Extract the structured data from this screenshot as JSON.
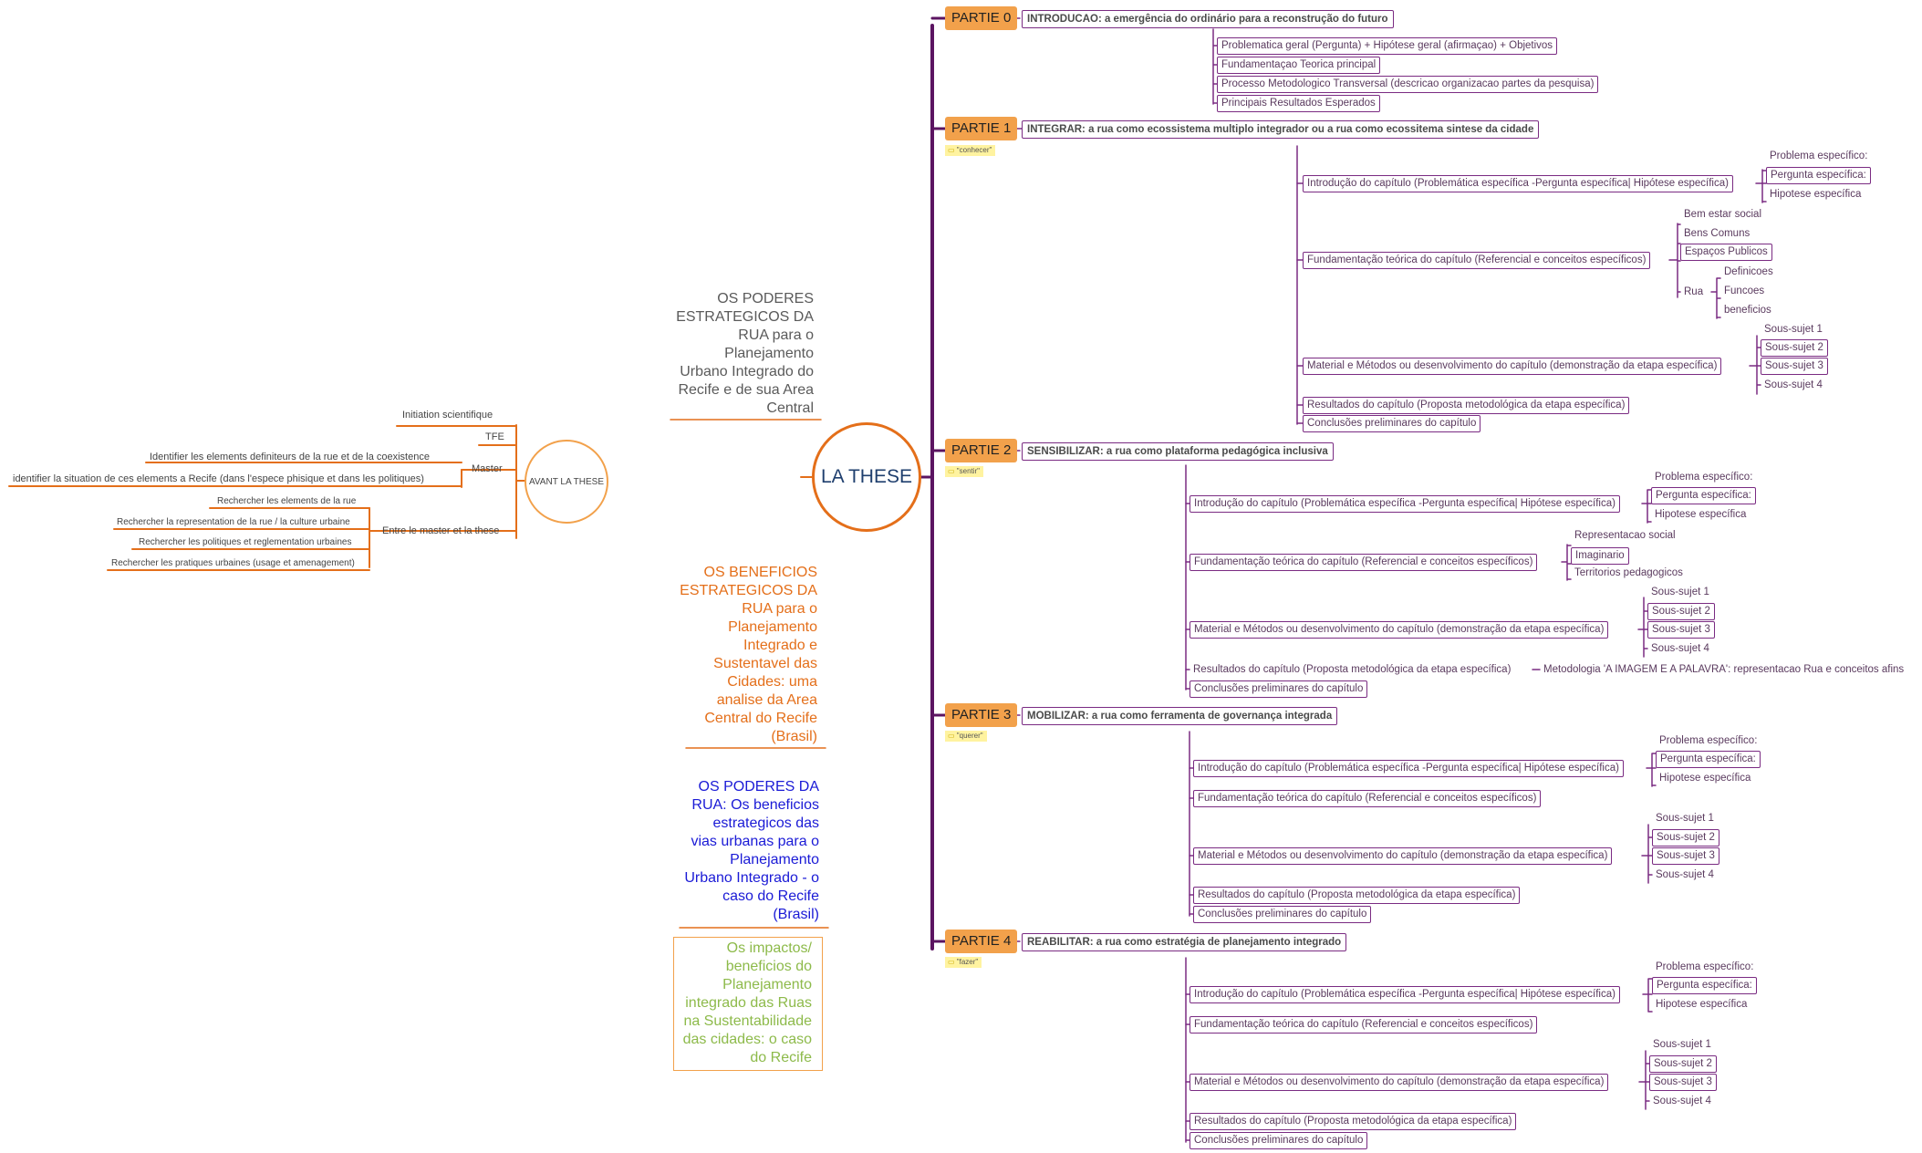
{
  "root": "LA THESE",
  "avant": {
    "title": "AVANT LA THESE",
    "items": [
      "Initiation scientifique",
      "TFE",
      "Master",
      "Identifier les elements definiteurs de la rue et de la coexistence",
      "identifier la situation de ces elements a Recife (dans l'espece phisique et dans les politiques)",
      "Entre le master et la these",
      "Rechercher les elements de la rue",
      "Rechercher la representation de la rue / la culture urbaine",
      "Rechercher les politiques et reglementation urbaines",
      "Rechercher les pratiques urbaines (usage et amenagement)"
    ]
  },
  "titles": [
    "OS PODERES ESTRATEGICOS DA RUA para o Planejamento Urbano Integrado do Recife e de sua Area Central",
    "OS BENEFICIOS ESTRATEGICOS DA RUA para o Planejamento Integrado e Sustentavel das Cidades: uma analise da Area Central do Recife (Brasil)",
    "OS PODERES DA RUA: Os beneficios estrategicos das vias urbanas para o Planejamento Urbano Integrado - o caso do Recife (Brasil)",
    "Os impactos/ beneficios  do Planejamento integrado das Ruas na Sustentabilidade das cidades: o caso do Recife"
  ],
  "title_lines": [
    [
      "OS PODERES",
      "ESTRATEGICOS DA",
      "RUA para o",
      "Planejamento",
      "Urbano Integrado do",
      "Recife e de sua Area",
      "Central"
    ],
    [
      "OS BENEFICIOS",
      "ESTRATEGICOS DA",
      "RUA para o",
      "Planejamento",
      "Integrado e",
      "Sustentavel das",
      "Cidades: uma",
      "analise da Area",
      "Central do Recife",
      "(Brasil)"
    ],
    [
      "OS PODERES DA",
      "RUA: Os beneficios",
      "estrategicos das",
      "vias urbanas para o",
      "Planejamento",
      "Urbano Integrado - o",
      "caso do Recife",
      "(Brasil)"
    ],
    [
      "Os impactos/",
      "beneficios  do",
      "Planejamento",
      "integrado das Ruas",
      "na Sustentabilidade",
      "das cidades: o caso",
      "do Recife"
    ]
  ],
  "colors": {
    "orange": "#e46f1a",
    "purple": "#7a2b82",
    "part_fill": "#f2a14b",
    "dark_line": "#5b1461",
    "blue": "#1a1ad6",
    "green": "#8dba4a",
    "gray": "#5a5a5a"
  },
  "parts": [
    {
      "label": "PARTIE 0",
      "title": "INTRODUCAO: a emergência do ordinário para a reconstrução do futuro",
      "items": [
        "Problematica geral (Pergunta) +  Hipótese geral (afirmaçao) + Objetivos",
        "Fundamentaçao Teorica principal",
        "Processo Metodologico Transversal (descricao organizacao partes da pesquisa)",
        "Principais Resultados Esperados"
      ]
    },
    {
      "label": "PARTIE 1",
      "tag": "\"conhecer\"",
      "title": "INTEGRAR: a rua como ecossistema multiplo integrador ou a rua como ecossitema sintese da cidade",
      "intro": "Introdução do capítulo (Problemática específica -Pergunta específica| Hipótese específica)",
      "intro_sub": [
        "Problema específico:",
        "Pergunta específica:",
        "Hipotese específica"
      ],
      "fund": "Fundamentação teórica do capítulo (Referencial e conceitos específicos)",
      "fund_sub": [
        "Bem estar social",
        "Bens Comuns",
        "Espaços Publicos",
        "Rua"
      ],
      "rua_sub": [
        "Definicoes",
        "Funcoes",
        "beneficios"
      ],
      "mat": "Material e Métodos ou desenvolvimento do capítulo (demonstração da etapa específica)",
      "sous": [
        "Sous-sujet  1",
        "Sous-sujet  2",
        "Sous-sujet  3",
        "Sous-sujet  4"
      ],
      "res": "Resultados do capítulo (Proposta metodológica da etapa específica)",
      "conc": "Conclusões preliminares do capítulo"
    },
    {
      "label": "PARTIE 2",
      "tag": "\"sentir\"",
      "title": "SENSIBILIZAR: a rua como plataforma pedagógica inclusiva",
      "intro": "Introdução do capítulo (Problemática específica -Pergunta específica| Hipótese específica)",
      "intro_sub": [
        "Problema específico:",
        "Pergunta específica:",
        "Hipotese específica"
      ],
      "fund": "Fundamentação teórica do capítulo (Referencial e conceitos específicos)",
      "fund_sub": [
        "Representacao social",
        "Imaginario",
        "Territorios pedagogicos"
      ],
      "mat": "Material e Métodos ou desenvolvimento do capítulo (demonstração da etapa específica)",
      "sous": [
        "Sous-sujet  1",
        "Sous-sujet  2",
        "Sous-sujet  3",
        "Sous-sujet  4"
      ],
      "res": "Resultados do capítulo (Proposta metodológica da etapa específica)",
      "res_note": "Metodologia 'A IMAGEM E A PALAVRA': representacao Rua e conceitos afins",
      "conc": "Conclusões preliminares do capítulo"
    },
    {
      "label": "PARTIE 3",
      "tag": "\"querer\"",
      "title": "MOBILIZAR: a rua como  ferramenta de governança integrada",
      "intro": "Introdução do capítulo (Problemática específica -Pergunta específica| Hipótese específica)",
      "intro_sub": [
        "Problema específico:",
        "Pergunta específica:",
        "Hipotese específica"
      ],
      "fund": "Fundamentação teórica do capítulo (Referencial e conceitos específicos)",
      "mat": "Material e Métodos ou desenvolvimento do capítulo (demonstração da etapa específica)",
      "sous": [
        "Sous-sujet  1",
        "Sous-sujet  2",
        "Sous-sujet  3",
        "Sous-sujet  4"
      ],
      "res": "Resultados do capítulo (Proposta metodológica da etapa específica)",
      "conc": "Conclusões preliminares do capítulo"
    },
    {
      "label": "PARTIE 4",
      "tag": "\"fazer\"",
      "title": "REABILITAR: a rua como estratégia de planejamento integrado",
      "intro": "Introdução do capítulo (Problemática específica -Pergunta específica| Hipótese específica)",
      "intro_sub": [
        "Problema específico:",
        "Pergunta específica:",
        "Hipotese específica"
      ],
      "fund": "Fundamentação teórica do capítulo (Referencial e conceitos específicos)",
      "mat": "Material e Métodos ou desenvolvimento do capítulo (demonstração da etapa específica)",
      "sous": [
        "Sous-sujet  1",
        "Sous-sujet  2",
        "Sous-sujet  3",
        "Sous-sujet  4"
      ],
      "res": "Resultados do capítulo (Proposta metodológica da etapa específica)",
      "conc": "Conclusões preliminares do capítulo"
    }
  ]
}
